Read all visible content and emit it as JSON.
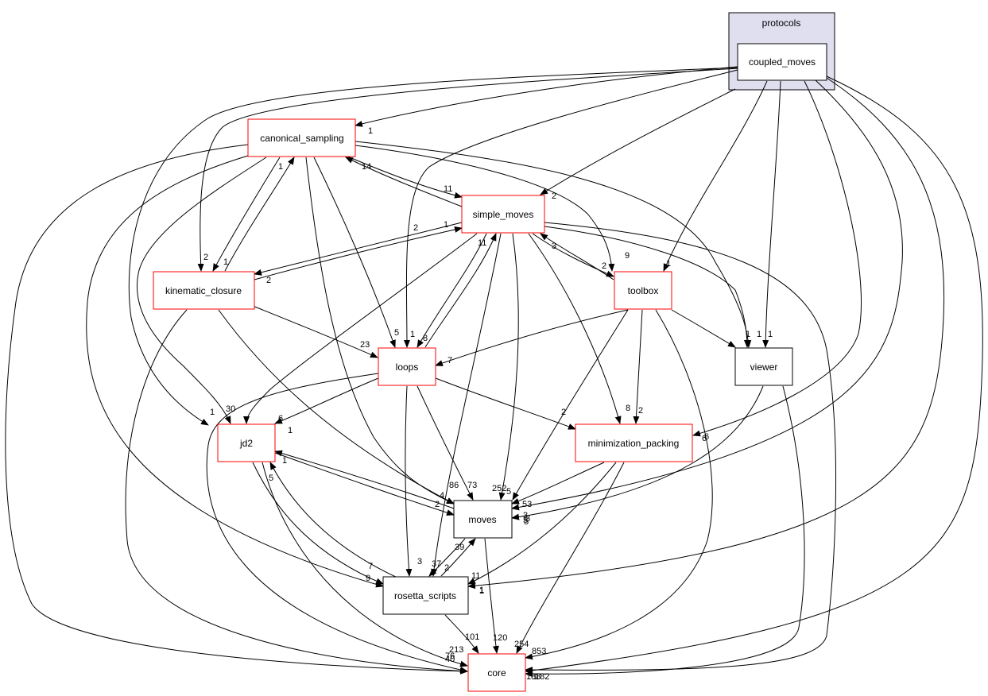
{
  "cluster": {
    "label": "protocols"
  },
  "colors": {
    "background": "#ffffff",
    "cluster_fill": "#dfdff0",
    "cluster_stroke": "#000000",
    "focus_fill": "#eeeeff",
    "red_border": "#ff0000",
    "black_border": "#000000",
    "edge": "#000000"
  },
  "nodes": [
    {
      "id": "coupled_moves",
      "label": "coupled_moves",
      "border": "black",
      "focus": true
    },
    {
      "id": "canonical_sampling",
      "label": "canonical_sampling",
      "border": "red"
    },
    {
      "id": "simple_moves",
      "label": "simple_moves",
      "border": "red"
    },
    {
      "id": "kinematic_closure",
      "label": "kinematic_closure",
      "border": "red"
    },
    {
      "id": "toolbox",
      "label": "toolbox",
      "border": "red"
    },
    {
      "id": "loops",
      "label": "loops",
      "border": "red"
    },
    {
      "id": "viewer",
      "label": "viewer",
      "border": "black"
    },
    {
      "id": "jd2",
      "label": "jd2",
      "border": "red"
    },
    {
      "id": "minimization_packing",
      "label": "minimization_packing",
      "border": "red"
    },
    {
      "id": "moves",
      "label": "moves",
      "border": "black"
    },
    {
      "id": "rosetta_scripts",
      "label": "rosetta_scripts",
      "border": "black"
    },
    {
      "id": "core",
      "label": "core",
      "border": "red"
    }
  ],
  "edge_labels": {
    "e1": "1",
    "e2": "2",
    "e3": "1",
    "e4": "1",
    "e5": "1",
    "e6": "1",
    "e7": "6",
    "e8": "5",
    "e9": "3",
    "e10": "1",
    "e11": "1",
    "e12": "2",
    "e13": "11",
    "e14": "14",
    "e15": "1",
    "e16": "2",
    "e17": "1",
    "e18": "11",
    "e19": "8",
    "e20": "3",
    "e21": "2",
    "e22": "9",
    "e23": "1",
    "e24": "1",
    "e25": "2",
    "e26": "1",
    "e27": "30",
    "e28": "5",
    "e29": "23",
    "e30": "7",
    "e31": "6",
    "e32": "1",
    "e33": "2",
    "e34": "8",
    "e35": "2",
    "e36": "6",
    "e37": "1",
    "e38": "5",
    "e39": "4",
    "e40": "2",
    "e41": "86",
    "e42": "73",
    "e43": "252",
    "e44": "5",
    "e45": "53",
    "e46": "3",
    "e47": "5",
    "e48": "7",
    "e49": "9",
    "e50": "3",
    "e51": "37",
    "e52": "2",
    "e53": "39",
    "e54": "11",
    "e55": "1",
    "e56": "101",
    "e57": "120",
    "e58": "213",
    "e59": "254",
    "e60": "853",
    "e61": "40",
    "e62": "76",
    "e63": "182",
    "e64": "188"
  }
}
